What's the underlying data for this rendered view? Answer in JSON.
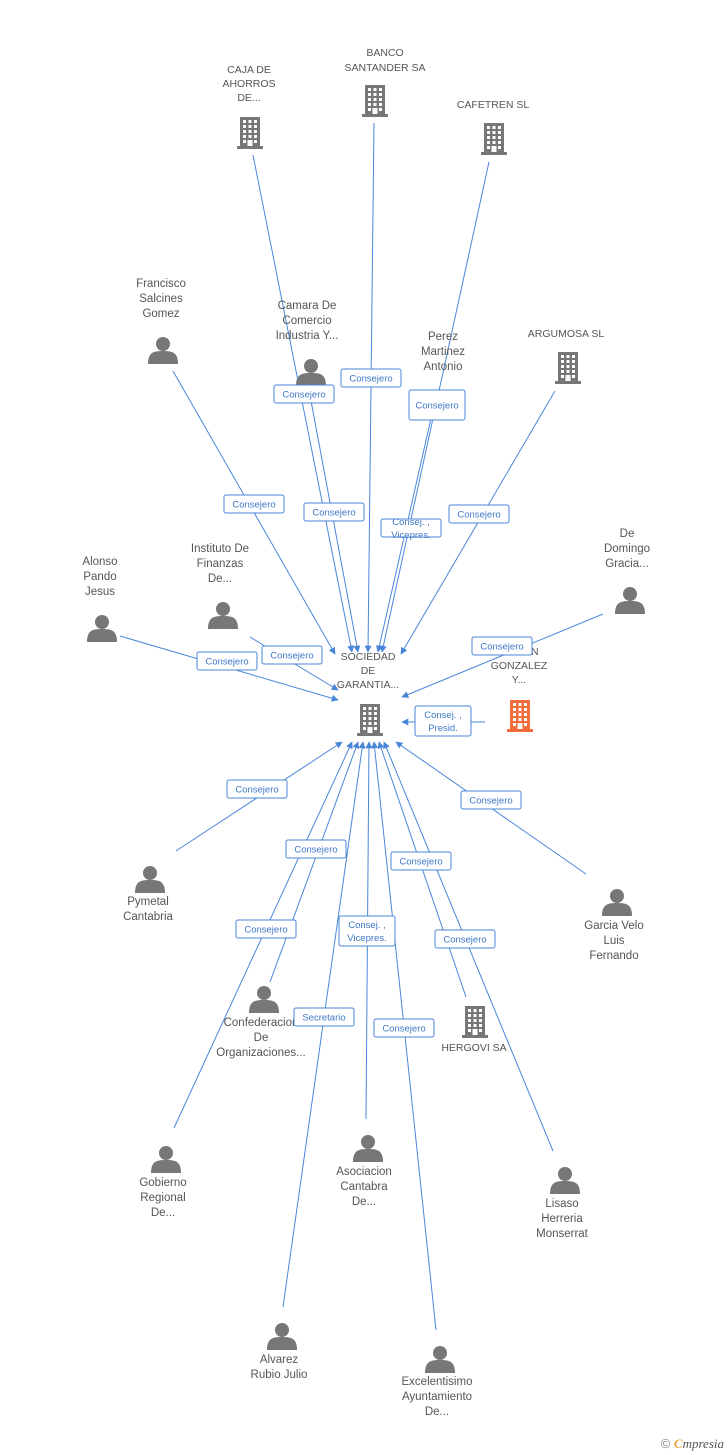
{
  "colors": {
    "edge": "#4a86d8",
    "node": "#777777",
    "highlight": "#f26b3a",
    "label": "#555555"
  },
  "nodes": [
    {
      "id": "center",
      "type": "company",
      "lines": [
        "SOCIEDAD",
        "DE",
        "GARANTIA..."
      ],
      "icon": "building-icon"
    },
    {
      "id": "caja",
      "type": "company",
      "lines": [
        "CAJA DE",
        "AHORROS",
        "DE..."
      ],
      "icon": "building-icon"
    },
    {
      "id": "santander",
      "type": "company",
      "lines": [
        "BANCO",
        "SANTANDER SA"
      ],
      "icon": "building-icon"
    },
    {
      "id": "cafetren",
      "type": "company",
      "lines": [
        "CAFETREN SL"
      ],
      "icon": "building-icon"
    },
    {
      "id": "salcines",
      "type": "person",
      "lines": [
        "Francisco",
        "Salcines",
        "Gomez"
      ],
      "icon": "person-icon"
    },
    {
      "id": "camara",
      "type": "person",
      "lines": [
        "Camara De",
        "Comercio",
        "Industria Y..."
      ],
      "icon": "person-icon"
    },
    {
      "id": "perez",
      "type": "person",
      "lines": [
        "Perez",
        "Martinez",
        "Antonio"
      ],
      "icon": "person-icon"
    },
    {
      "id": "argumosa",
      "type": "company",
      "lines": [
        "ARGUMOSA SL"
      ],
      "icon": "building-icon"
    },
    {
      "id": "dedomingo",
      "type": "person",
      "lines": [
        "De",
        "Domingo",
        "Gracia..."
      ],
      "icon": "person-icon"
    },
    {
      "id": "alonso",
      "type": "person",
      "lines": [
        "Alonso",
        "Pando",
        "Jesus"
      ],
      "icon": "person-icon"
    },
    {
      "id": "instituto",
      "type": "person",
      "lines": [
        "Instituto De",
        "Finanzas",
        "De..."
      ],
      "icon": "person-icon"
    },
    {
      "id": "ramon",
      "type": "company",
      "lines": [
        "RAMON",
        "GONZALEZ",
        "Y..."
      ],
      "icon": "building-icon",
      "highlight": true
    },
    {
      "id": "pymetal",
      "type": "person",
      "lines": [
        "Pymetal",
        "Cantabria"
      ],
      "icon": "person-icon"
    },
    {
      "id": "garcia",
      "type": "person",
      "lines": [
        "Garcia Velo",
        "Luis",
        "Fernando"
      ],
      "icon": "person-icon"
    },
    {
      "id": "confederacion",
      "type": "person",
      "lines": [
        "Confederacion",
        "De",
        "Organizaciones..."
      ],
      "icon": "person-icon"
    },
    {
      "id": "hergovi",
      "type": "company",
      "lines": [
        "HERGOVI SA"
      ],
      "icon": "building-icon"
    },
    {
      "id": "gobierno",
      "type": "person",
      "lines": [
        "Gobierno",
        "Regional",
        "De..."
      ],
      "icon": "person-icon"
    },
    {
      "id": "asociacion",
      "type": "person",
      "lines": [
        "Asociacion",
        "Cantabra",
        "De..."
      ],
      "icon": "person-icon"
    },
    {
      "id": "lisaso",
      "type": "person",
      "lines": [
        "Lisaso",
        "Herreria",
        "Monserrat"
      ],
      "icon": "person-icon"
    },
    {
      "id": "alvarez",
      "type": "person",
      "lines": [
        "Alvarez",
        "Rubio Julio"
      ],
      "icon": "person-icon"
    },
    {
      "id": "excelentisimo",
      "type": "person",
      "lines": [
        "Excelentisimo",
        "Ayuntamiento",
        "De..."
      ],
      "icon": "person-icon"
    }
  ],
  "edges": [
    {
      "from": "caja",
      "label": [
        "Consejero"
      ]
    },
    {
      "from": "santander",
      "label": [
        "Consejero"
      ]
    },
    {
      "from": "cafetren",
      "label": [
        "Consejero"
      ]
    },
    {
      "from": "salcines",
      "label": [
        "Consejero"
      ]
    },
    {
      "from": "camara",
      "label": [
        "Consejero"
      ]
    },
    {
      "from": "perez",
      "label": [
        "Consej. ,",
        "Vicepres."
      ]
    },
    {
      "from": "argumosa",
      "label": [
        "Consejero"
      ]
    },
    {
      "from": "dedomingo",
      "label": [
        "Consejero"
      ]
    },
    {
      "from": "alonso",
      "label": [
        "Consejero"
      ]
    },
    {
      "from": "instituto",
      "label": [
        "Consejero"
      ]
    },
    {
      "from": "ramon",
      "label": [
        "Consej. ,",
        "Presid."
      ]
    },
    {
      "from": "pymetal",
      "label": [
        "Consejero"
      ]
    },
    {
      "from": "garcia",
      "label": [
        "Consejero"
      ]
    },
    {
      "from": "confederacion",
      "label": [
        "Consejero"
      ]
    },
    {
      "from": "hergovi",
      "label": [
        "Consejero"
      ]
    },
    {
      "from": "gobierno",
      "label": [
        "Consejero"
      ]
    },
    {
      "from": "asociacion",
      "label": [
        "Consej. ,",
        "Vicepres."
      ]
    },
    {
      "from": "lisaso",
      "label": [
        "Consejero"
      ]
    },
    {
      "from": "alvarez",
      "label": [
        "Secretario"
      ]
    },
    {
      "from": "excelentisimo",
      "label": [
        "Consejero"
      ]
    }
  ],
  "footer": {
    "copyright": "©",
    "brand_initial": "C",
    "brand_rest": "mpresia"
  }
}
